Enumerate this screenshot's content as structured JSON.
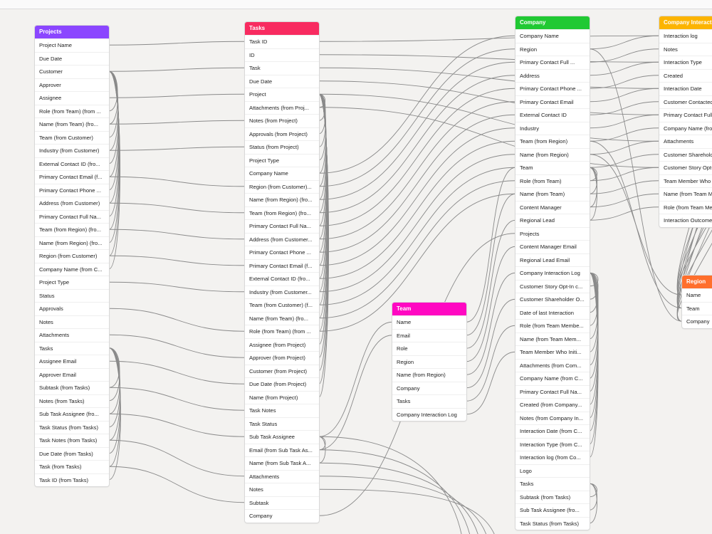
{
  "tables": [
    {
      "name": "Projects",
      "color": "#8b46ff",
      "fields": [
        "Project Name",
        "Due Date",
        "Customer",
        "Approver",
        "Assignee",
        "Role (from Team) (from ...",
        "Name (from Team) (fro...",
        "Team (from Customer)",
        "Industry (from Customer)",
        "External Contact ID (fro...",
        "Primary Contact Email (f...",
        "Primary Contact Phone ...",
        "Address (from Customer)",
        "Primary Contact Full Na...",
        "Team (from Region) (fro...",
        "Name (from Region) (fro...",
        "Region (from Customer)",
        "Company Name (from C...",
        "Project Type",
        "Status",
        "Approvals",
        "Notes",
        "Attachments",
        "Tasks",
        "Assignee Email",
        "Approver Email",
        "Subtask (from Tasks)",
        "Notes (from Tasks)",
        "Sub Task Assignee (fro...",
        "Task Status (from Tasks)",
        "Task Notes (from Tasks)",
        "Due Date (from Tasks)",
        "Task (from Tasks)",
        "Task ID (from Tasks)"
      ]
    },
    {
      "name": "Tasks",
      "color": "#f82b60",
      "fields": [
        "Task ID",
        "ID",
        "Task",
        "Due Date",
        "Project",
        "Attachments (from Proj...",
        "Notes (from Project)",
        "Approvals (from Project)",
        "Status (from Project)",
        "Project Type",
        "Company Name",
        "Region (from Customer)...",
        "Name (from Region) (fro...",
        "Team (from Region) (fro...",
        "Primary Contact Full Na...",
        "Address (from Customer...",
        "Primary Contact Phone ...",
        "Primary Contact Email (f...",
        "External Contact ID (fro...",
        "Industry (from Customer...",
        "Team (from Customer) (f...",
        "Name (from Team) (fro...",
        "Role (from Team) (from ...",
        "Assignee (from Project)",
        "Approver (from Project)",
        "Customer (from Project)",
        "Due Date (from Project)",
        "Name (from Project)",
        "Task Notes",
        "Task Status",
        "Sub Task Assignee",
        "Email (from Sub Task As...",
        "Name (from Sub Task A...",
        "Attachments",
        "Notes",
        "Subtask",
        "Company"
      ]
    },
    {
      "name": "Company",
      "color": "#20c933",
      "fields": [
        "Company Name",
        "Region",
        "Primary Contact Full ...",
        "Address",
        "Primary Contact Phone ...",
        "Primary Contact Email",
        "External Contact ID",
        "Industry",
        "Team (from Region)",
        "Name (from Region)",
        "Team",
        "Role (from Team)",
        "Name (from Team)",
        "Content Manager",
        "Regional Lead",
        "Projects",
        "Content Manager Email",
        "Regional Lead Email",
        "Company Interaction Log",
        "Customer Story Opt-In c...",
        "Customer Shareholder O...",
        "Date of last Interaction",
        "Role (from Team Membe...",
        "Name (from Team Mem...",
        "Team Member Who Initi...",
        "Attachments (from Com...",
        "Company Name (from C...",
        "Primary Contact Full Na...",
        "Created (from Company...",
        "Notes (from Company In...",
        "Interaction Date (from C...",
        "Interaction Type (from C...",
        "Interaction log (from Co...",
        "Logo",
        "Tasks",
        "Subtask (from Tasks)",
        "Sub Task Assignee (fro...",
        "Task Status (from Tasks)"
      ]
    },
    {
      "name": "Company Interaction Log",
      "color": "#fcb400",
      "fields": [
        "Interaction log",
        "Notes",
        "Interaction Type",
        "Created",
        "Interaction Date",
        "Customer Contacted",
        "Primary Contact Full Name",
        "Company Name (from Company)",
        "Attachments",
        "Customer Shareholder",
        "Customer Story Opt-In",
        "Team Member Who Initiated",
        "Name (from Team Member)",
        "Role (from Team Member)",
        "Interaction Outcome"
      ]
    },
    {
      "name": "Team",
      "color": "#ff08c2",
      "fields": [
        "Name",
        "Email",
        "Role",
        "Region",
        "Name (from Region)",
        "Company",
        "Tasks",
        "Company Interaction Log"
      ]
    },
    {
      "name": "Region",
      "color": "#ff6f2c",
      "fields": [
        "Name",
        "Team",
        "Company"
      ]
    }
  ]
}
